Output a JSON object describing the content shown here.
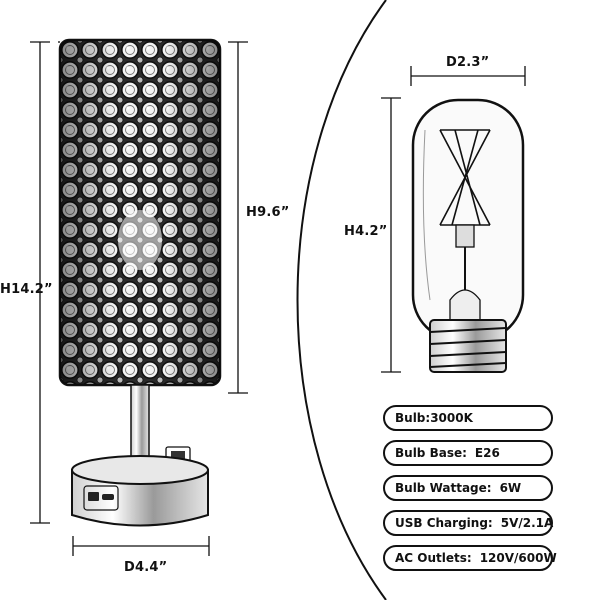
{
  "lamp": {
    "height_label": "H14.2”",
    "shade_height_label": "H9.6”",
    "base_diameter_label": "D4.4”"
  },
  "bulb": {
    "diameter_label": "D2.3”",
    "height_label": "H4.2”"
  },
  "specs": [
    {
      "label": "Bulb:3000K",
      "value": ""
    },
    {
      "label": "Bulb Base:",
      "value": "E26"
    },
    {
      "label": "Bulb Wattage:",
      "value": "6W"
    },
    {
      "label": "USB Charging:",
      "value": "5V/2.1A"
    },
    {
      "label": "AC Outlets:",
      "value": "120V/600W"
    }
  ],
  "colors": {
    "line": "#111111",
    "background": "#ffffff",
    "shade_shadow": "#555555"
  }
}
